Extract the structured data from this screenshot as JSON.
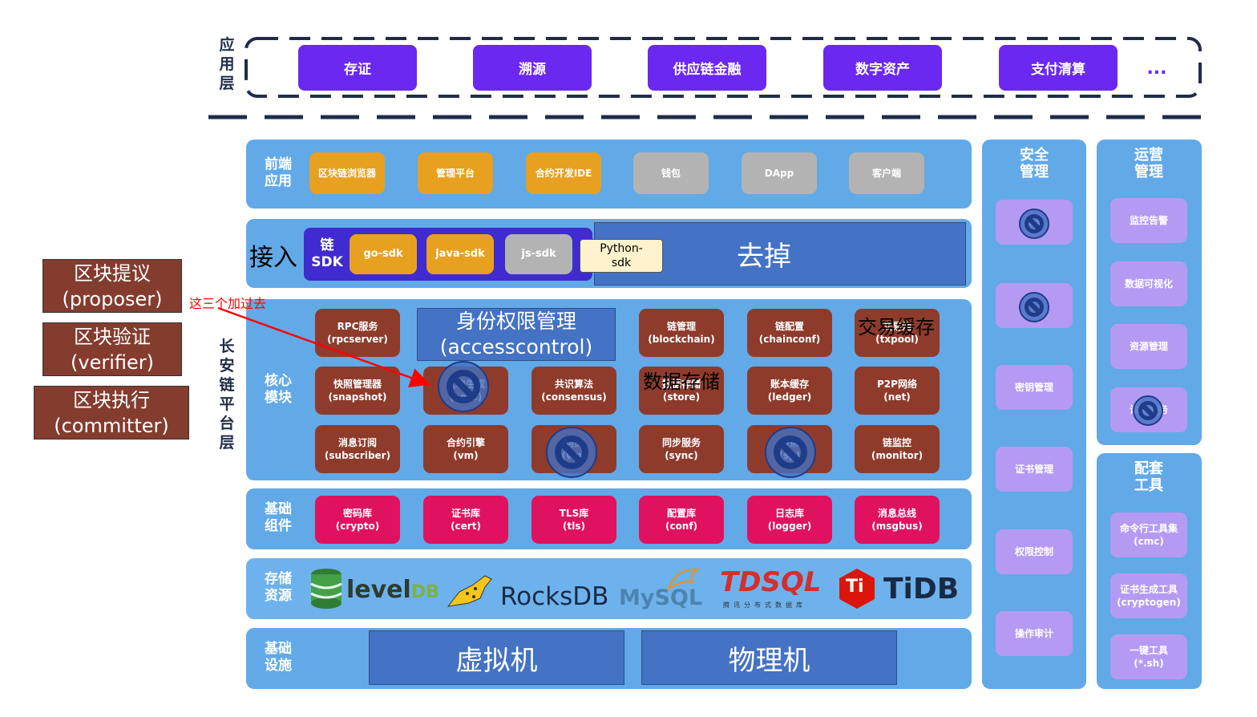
{
  "application_layer": {
    "label": "应\n用\n层",
    "items": [
      "存证",
      "溯源",
      "供应链金融",
      "数字资产",
      "支付清算"
    ],
    "more": "..."
  },
  "platform_label": "长\n安\n链\n平\n台\n层",
  "frontend": {
    "label": "前端\n应用",
    "items": [
      {
        "text": "区块链浏览器",
        "color": "#e8a020"
      },
      {
        "text": "管理平台",
        "color": "#e8a020"
      },
      {
        "text": "合约开发IDE",
        "color": "#e8a020"
      },
      {
        "text": "钱包",
        "color": "#b3b3b3"
      },
      {
        "text": "DApp",
        "color": "#b3b3b3"
      },
      {
        "text": "客户端",
        "color": "#b3b3b3"
      }
    ]
  },
  "access": {
    "label": "接入",
    "sdk_label": "链\nSDK",
    "sdks": [
      {
        "text": "go-sdk",
        "color": "#e8a020"
      },
      {
        "text": "java-sdk",
        "color": "#e8a020"
      },
      {
        "text": "js-sdk",
        "color": "#b3b3b3"
      }
    ],
    "python_sdk": "Python-\nsdk",
    "remove_label": "去掉"
  },
  "core": {
    "label": "核心\n模块",
    "row1": [
      "RPC服务\n(rpcserver)",
      "",
      "",
      "链管理\n(blockchain)",
      "链配置\n(chainconf)",
      "交易池\n(txpool)"
    ],
    "row2": [
      "快照管理器\n(snapshot)",
      "区块生成\n(core)",
      "共识算法\n(consensus)",
      "数据存储\n(store)",
      "账本缓存\n(ledger)",
      "P2P网络\n(net)"
    ],
    "row3": [
      "消息订阅\n(subscriber)",
      "合约引擎\n(vm)",
      "同步\n(vm)",
      "同步服务\n(sync)",
      "节点\n(sp)",
      "链监控\n(monitor)"
    ],
    "identity_box": "身份权限管理\n(accesscontrol)",
    "tx_cache": "交易缓存",
    "data_store": "数据存储"
  },
  "base_components": {
    "label": "基础\n组件",
    "items": [
      "密码库\n(crypto)",
      "证书库\n(cert)",
      "TLS库\n(tls)",
      "配置库\n(conf)",
      "日志库\n(logger)",
      "消息总线\n(msgbus)"
    ]
  },
  "storage": {
    "label": "存储\n资源",
    "logos": {
      "leveldb": "level",
      "leveldb_suffix": "DB",
      "rocksdb": "RocksDB",
      "mysql": "MySQL",
      "tdsql": "TDSQL",
      "tdsql_sub": "腾讯分布式数据库",
      "tidb": "TiDB",
      "tidb_mark": "Ti"
    }
  },
  "infrastructure": {
    "label": "基础\n设施",
    "items": [
      "虚拟机",
      "物理机"
    ]
  },
  "security": {
    "title": "安全\n管理",
    "items": [
      "安全",
      "",
      "密钥管理",
      "证书管理",
      "权限控制",
      "操作审计"
    ]
  },
  "operations": {
    "title": "运营\n管理",
    "items": [
      "监控告警",
      "数据可视化",
      "资源管理",
      "诊断服务"
    ]
  },
  "tools": {
    "title": "配套\n工具",
    "items": [
      "命令行工具集\n(cmc)",
      "证书生成工具\n(cryptogen)",
      "一键工具\n(*.sh)"
    ]
  },
  "notes": {
    "boxes": [
      "区块提议\n(proposer)",
      "区块验证\n(verifier)",
      "区块执行\n(committer)"
    ],
    "arrow_label": "这三个加过去"
  },
  "colors": {
    "panel": "#62a9e7",
    "app_button": "#6b28f0",
    "core_chip": "#8e3b2c",
    "base_chip": "#e0125f",
    "side_chip": "#b59af3",
    "annotation_red": "#ff0000",
    "blue_box": "#4472c4"
  }
}
